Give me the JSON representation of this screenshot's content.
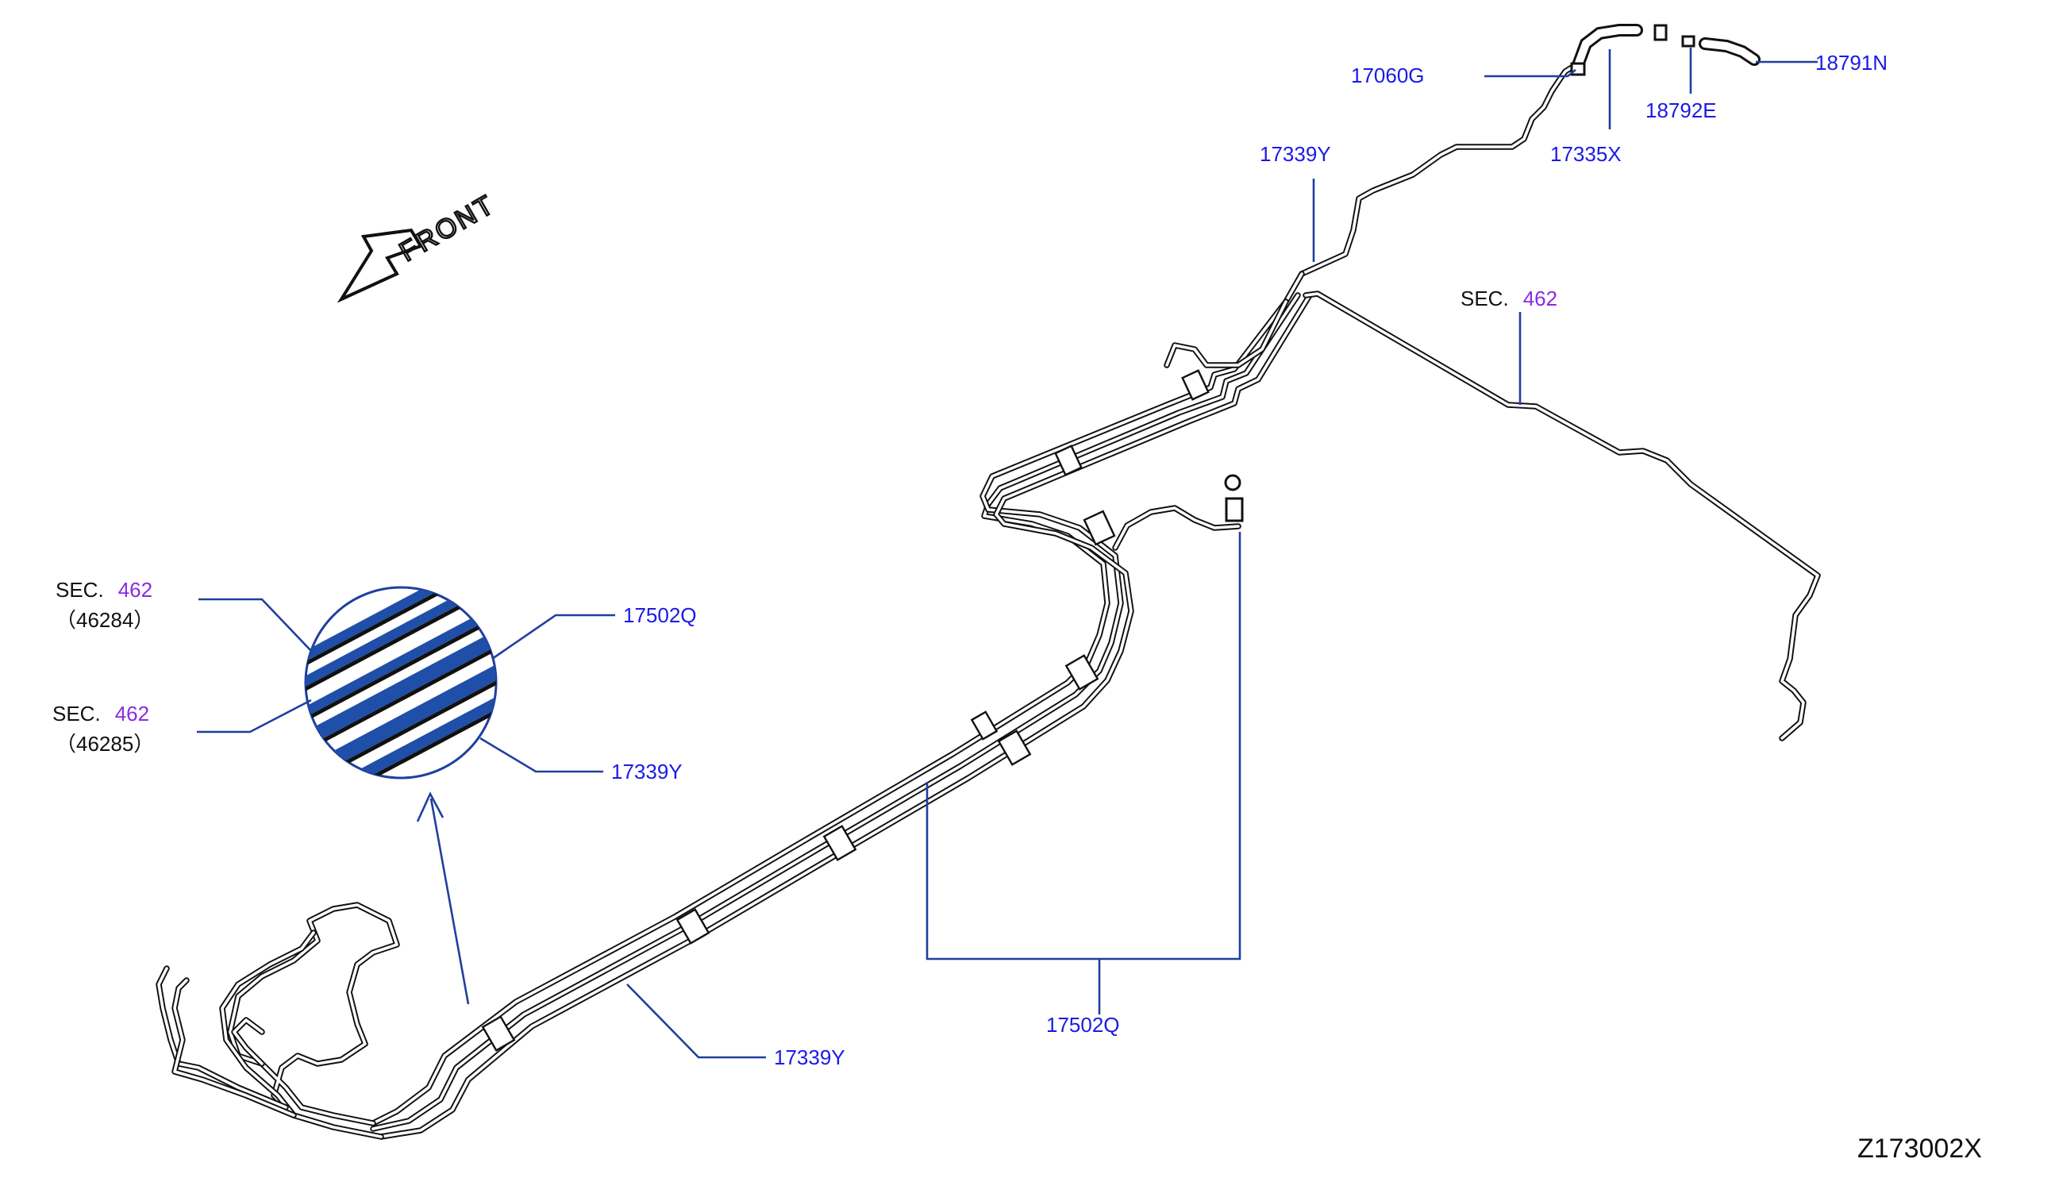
{
  "diagram": {
    "front_label": "FRONT",
    "figure_code": "Z173002X",
    "colors": {
      "part_number": "#1a1ae6",
      "section_ref": "#8a2be2",
      "leader": "#1f3f9f",
      "detail_fill": "#1f4fa8"
    },
    "parts": {
      "p17060G": "17060G",
      "p17335X": "17335X",
      "p18792E": "18792E",
      "p18791N": "18791N",
      "p17339Y_top": "17339Y",
      "p17339Y_detail": "17339Y",
      "p17339Y_bottom": "17339Y",
      "p17502Q_detail": "17502Q",
      "p17502Q_bottom": "17502Q"
    },
    "sections": {
      "right": {
        "prefix": "SEC.",
        "number": "462"
      },
      "detail_upper": {
        "prefix": "SEC.",
        "number": "462",
        "sub": "（46284）"
      },
      "detail_lower": {
        "prefix": "SEC.",
        "number": "462",
        "sub": "（46285）"
      }
    }
  }
}
